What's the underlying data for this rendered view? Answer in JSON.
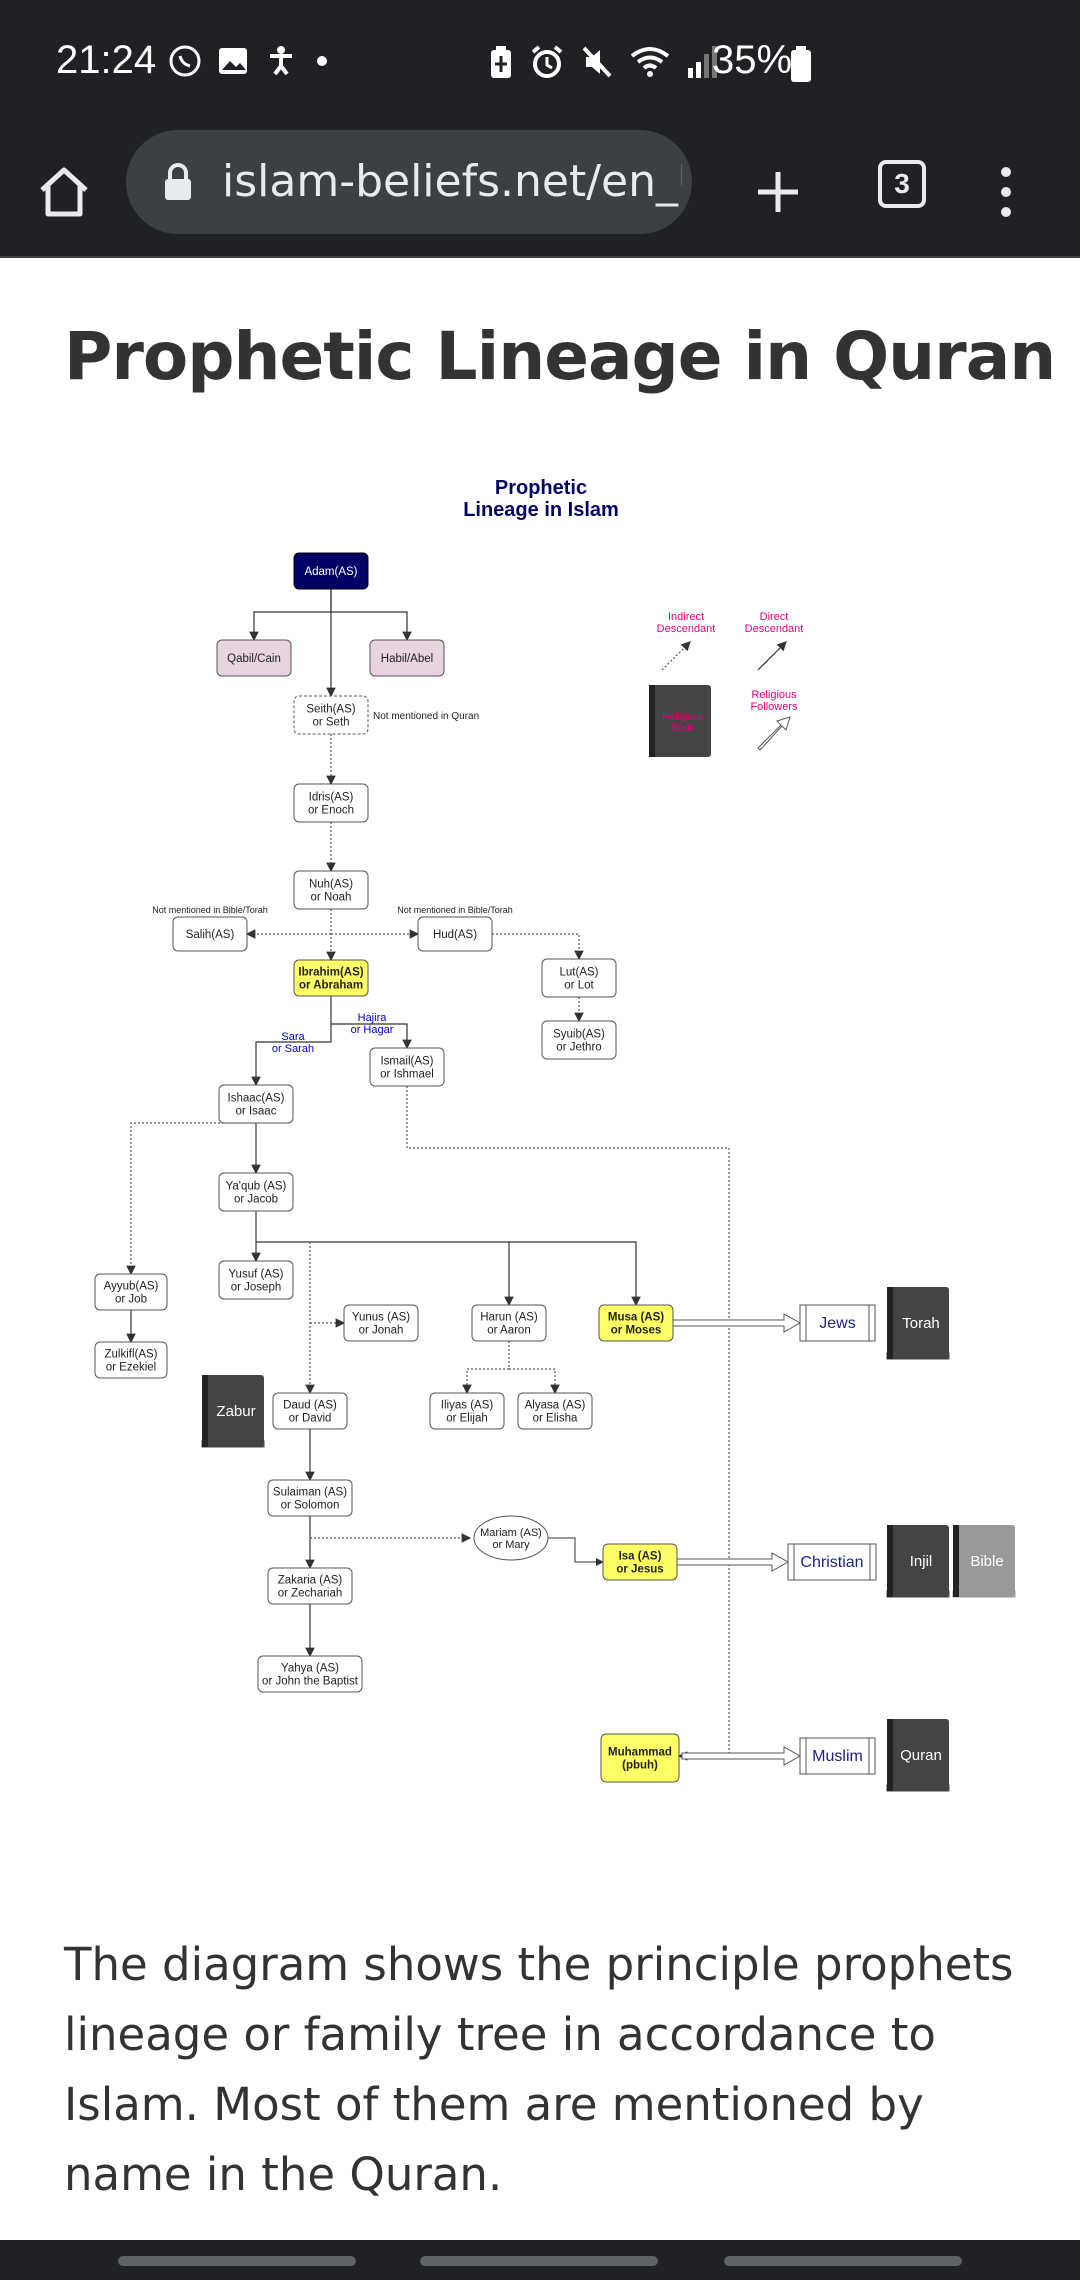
{
  "status_bar": {
    "time": "21:24",
    "battery": "35%",
    "icons_left": [
      "whatsapp-icon",
      "gallery-icon",
      "accessibility-icon",
      "dot-icon"
    ],
    "icons_right": [
      "battery-saver-icon",
      "alarm-icon",
      "mute-icon",
      "wifi-icon",
      "signal-icon",
      "battery-icon"
    ]
  },
  "browser": {
    "url": "islam-beliefs.net/en_U",
    "tab_count": "3"
  },
  "page": {
    "title": "Prophetic Lineage in Quran",
    "description": "The diagram shows the principle prophets lineage or family tree in accordance to Islam. Most of them are mentioned by name in the Quran."
  },
  "diagram": {
    "title_line1": "Prophetic",
    "title_line2": "Lineage in Islam",
    "legend": {
      "indirect": [
        "Indirect",
        "Descendant"
      ],
      "direct": [
        "Direct",
        "Descendant"
      ],
      "religious_followers": [
        "Religious",
        "Followers"
      ],
      "book_label": [
        "Religious",
        "Book"
      ]
    },
    "notes": {
      "seth": "Not mentioned in Quran",
      "salih": "Not mentioned in Bible/Torah",
      "hud": "Not mentioned in Bible/Torah",
      "sara": [
        "Sara",
        "or Sarah"
      ],
      "hajira": [
        "Hajira",
        "or Hagar"
      ]
    },
    "nodes": {
      "adam": [
        "Adam(AS)"
      ],
      "qabil": [
        "Qabil/Cain"
      ],
      "habil": [
        "Habil/Abel"
      ],
      "seth": [
        "Seith(AS)",
        "or Seth"
      ],
      "idris": [
        "Idris(AS)",
        "or Enoch"
      ],
      "nuh": [
        "Nuh(AS)",
        "or Noah"
      ],
      "salih": [
        "Salih(AS)"
      ],
      "hud": [
        "Hud(AS)"
      ],
      "ibrahim": [
        "Ibrahim(AS)",
        "or Abraham"
      ],
      "lut": [
        "Lut(AS)",
        "or Lot"
      ],
      "syuib": [
        "Syuib(AS)",
        "or Jethro"
      ],
      "ismail": [
        "Ismail(AS)",
        "or Ishmael"
      ],
      "ishaac": [
        "Ishaac(AS)",
        "or Isaac"
      ],
      "yaqub": [
        "Ya'qub (AS)",
        "or Jacob"
      ],
      "yusuf": [
        "Yusuf (AS)",
        "or Joseph"
      ],
      "ayyub": [
        "Ayyub(AS)",
        "or Job"
      ],
      "zulkifl": [
        "Zulkifl(AS)",
        "or Ezekiel"
      ],
      "yunus": [
        "Yunus (AS)",
        "or Jonah"
      ],
      "harun": [
        "Harun (AS)",
        "or Aaron"
      ],
      "musa": [
        "Musa (AS)",
        "or Moses"
      ],
      "iliyas": [
        "Iliyas (AS)",
        "or Elijah"
      ],
      "alyasa": [
        "Alyasa (AS)",
        "or Elisha"
      ],
      "daud": [
        "Daud (AS)",
        "or David"
      ],
      "sulaiman": [
        "Sulaiman (AS)",
        "or Solomon"
      ],
      "mariam": [
        "Mariam (AS)",
        "or Mary"
      ],
      "isa": [
        "Isa (AS)",
        "or Jesus"
      ],
      "zakaria": [
        "Zakaria (AS)",
        "or Zechariah"
      ],
      "yahya": [
        "Yahya (AS)",
        "or John the Baptist"
      ],
      "muhammad": [
        "Muhammad",
        "(pbuh)"
      ]
    },
    "followers": {
      "jews": "Jews",
      "christian": "Christian",
      "muslim": "Muslim"
    },
    "books": {
      "torah": "Torah",
      "zabur": "Zabur",
      "injil": "Injil",
      "bible": "Bible",
      "quran": "Quran"
    },
    "colors": {
      "adam_fill": "#000066",
      "sons_fill": "#e8d4e0",
      "highlight_fill": "#ffff66",
      "legend_text": "#e6007e",
      "note_blue": "#0000cc",
      "book_dark": "#444444",
      "book_light": "#999999"
    }
  }
}
